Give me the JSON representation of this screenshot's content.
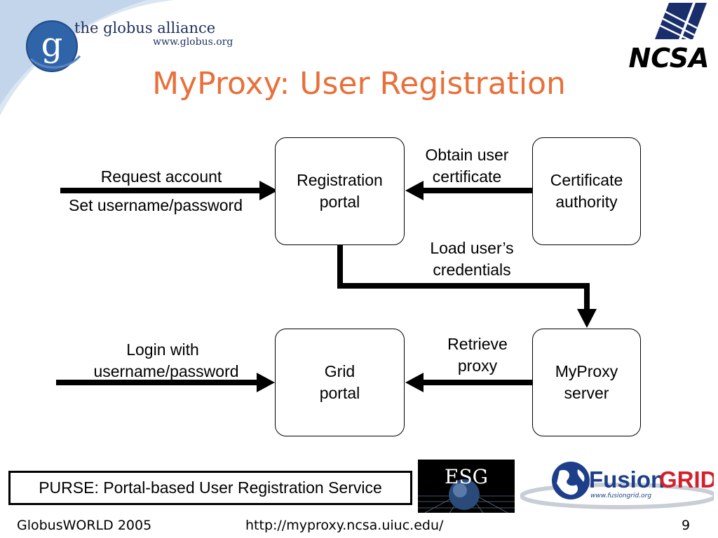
{
  "header": {
    "globus_name": "the globus alliance",
    "globus_url": "www.globus.org",
    "globus_logo_letter": "g",
    "ncsa_logo_text": "NCSA",
    "title": "MyProxy: User Registration"
  },
  "diagram": {
    "nodes": {
      "registration_portal": "Registration portal",
      "certificate_authority": "Certificate authority",
      "grid_portal": "Grid portal",
      "myproxy_server": "MyProxy server"
    },
    "edges": {
      "request_account": "Request account",
      "set_password": "Set username/password",
      "obtain_cert_line1": "Obtain user",
      "obtain_cert_line2": "certificate",
      "load_credentials_line1": "Load user’s",
      "load_credentials_line2": "credentials",
      "login_line1": "Login with",
      "login_line2": "username/password",
      "retrieve_proxy_line1": "Retrieve",
      "retrieve_proxy_line2": "proxy"
    }
  },
  "purse_box": "PURSE: Portal-based User Registration Service",
  "logos": {
    "esg": "ESG",
    "fusion_brand_a": "Fusion",
    "fusion_brand_b": "GRID",
    "fusion_url": "www.fusiongrid.org"
  },
  "footer": {
    "left": "GlobusWORLD 2005",
    "center": "http://myproxy.ncsa.uiuc.edu/",
    "page": "9"
  }
}
